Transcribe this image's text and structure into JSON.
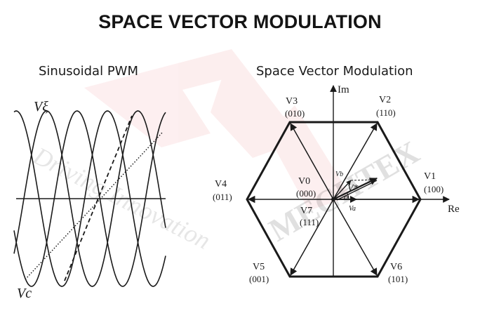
{
  "title": "SPACE VECTOR MODULATION",
  "watermark": {
    "brand": "MECHTEX",
    "tagline": "Driving Innovation",
    "color": "#e31e24"
  },
  "left_panel": {
    "subtitle": "Sinusoidal PWM",
    "label_top": "Vξ",
    "label_bottom": "Vc"
  },
  "right_panel": {
    "subtitle": "Space Vector Modulation",
    "axis_im": "Im",
    "axis_re": "Re",
    "vectors": [
      {
        "name": "V1",
        "code": "(100)"
      },
      {
        "name": "V2",
        "code": "(110)"
      },
      {
        "name": "V3",
        "code": "(010)"
      },
      {
        "name": "V4",
        "code": "(011)"
      },
      {
        "name": "V5",
        "code": "(001)"
      },
      {
        "name": "V6",
        "code": "(101)"
      },
      {
        "name": "V0",
        "code": "(000)"
      },
      {
        "name": "V7",
        "code": "(111)"
      }
    ],
    "ref_vector": "V*",
    "vb": "Vb",
    "va": "Va",
    "alpha": "α"
  }
}
